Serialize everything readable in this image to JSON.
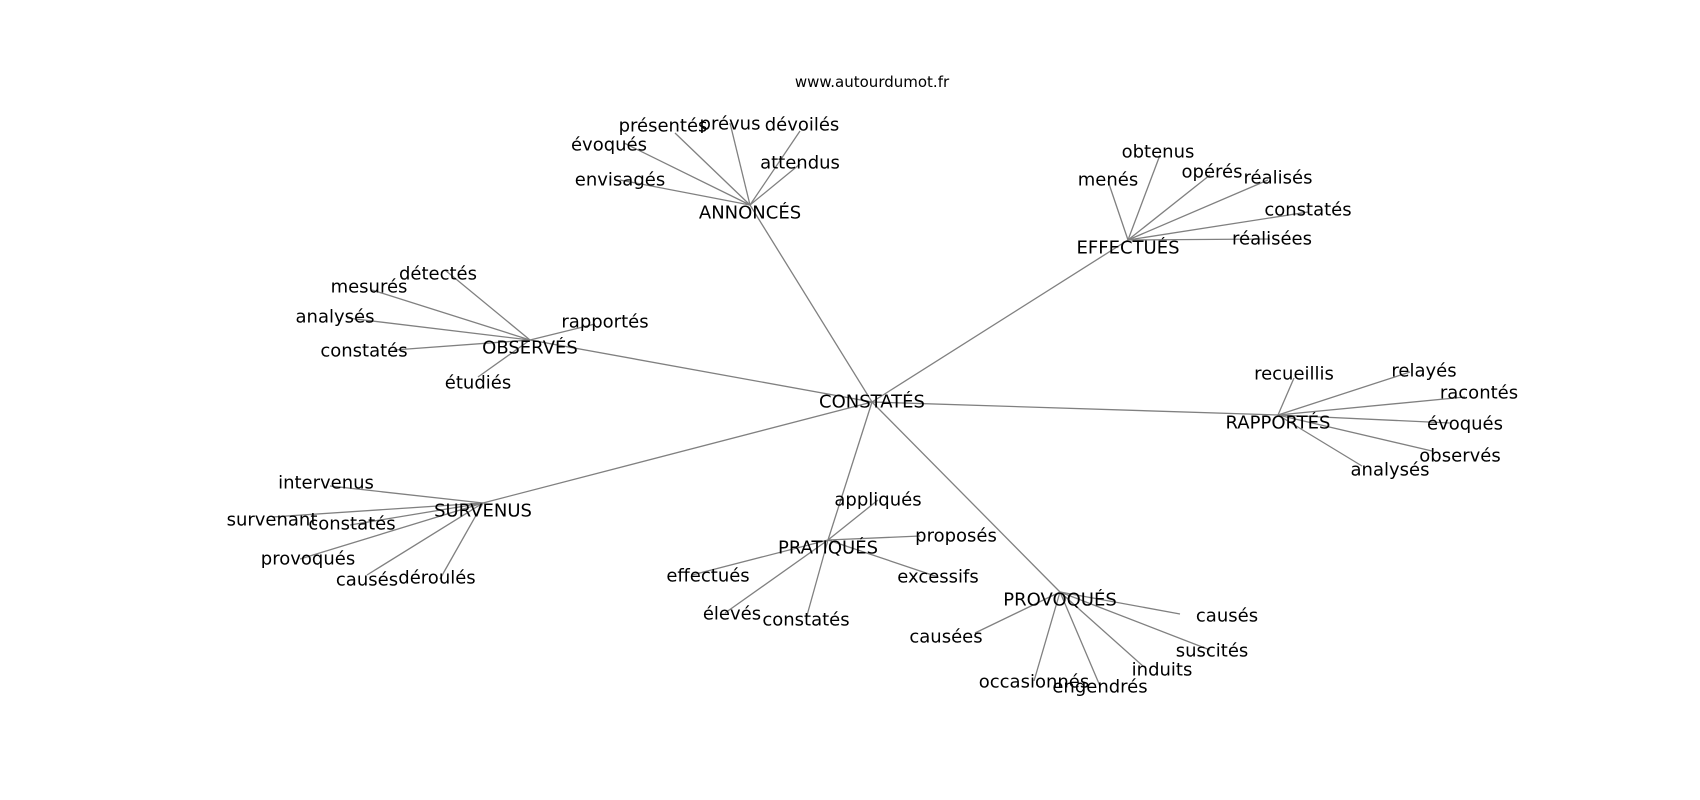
{
  "watermark": "www.autourdumot.fr",
  "graph": {
    "center": "CONSTATÉS",
    "groups": [
      {
        "hub": "ANNONCÉS",
        "leaves": [
          "présentés",
          "prévus",
          "dévoilés",
          "évoqués",
          "attendus",
          "envisagés"
        ]
      },
      {
        "hub": "EFFECTUÉS",
        "leaves": [
          "obtenus",
          "menés",
          "opérés",
          "réalisés",
          "constatés",
          "réalisées"
        ]
      },
      {
        "hub": "OBSERVÉS",
        "leaves": [
          "détectés",
          "mesurés",
          "analysés",
          "rapportés",
          "constatés",
          "étudiés"
        ]
      },
      {
        "hub": "RAPPORTÉS",
        "leaves": [
          "recueillis",
          "relayés",
          "racontés",
          "évoqués",
          "observés",
          "analysés"
        ]
      },
      {
        "hub": "SURVENUS",
        "leaves": [
          "intervenus",
          "survenant",
          "constatés",
          "provoqués",
          "causés",
          "déroulés"
        ]
      },
      {
        "hub": "PRATIQUÉS",
        "leaves": [
          "appliqués",
          "proposés",
          "effectués",
          "excessifs",
          "élevés",
          "constatés"
        ]
      },
      {
        "hub": "PROVOQUÉS",
        "leaves": [
          "causés",
          "causées",
          "suscités",
          "induits",
          "occasionnés",
          "engendrés"
        ]
      }
    ]
  }
}
